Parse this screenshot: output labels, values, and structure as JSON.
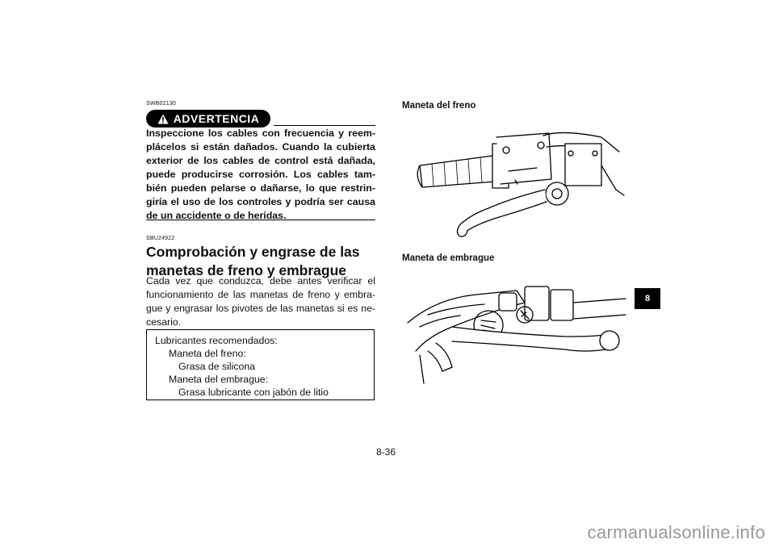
{
  "section_tab": "8",
  "warning": {
    "code": "SWB02130",
    "label": "ADVERTENCIA",
    "text": "Inspeccione los cables con frecuencia y reem-plácelos si están dañados. Cuando la cubierta exterior de los cables de control está dañada, puede producirse corrosión. Los cables tam-bién pueden pelarse o dañarse, lo que restrin-giría el uso de los controles y podría ser causa de un accidente o de heridas."
  },
  "section": {
    "code": "SBU24922",
    "title_line1": "Comprobación y engrase de las",
    "title_line2": "manetas de freno y embrague",
    "body": "Cada vez que conduzca, debe antes verificar el funcionamiento de las manetas de freno y embra-gue y engrasar los pivotes de las manetas si es ne-cesario."
  },
  "lubricants": {
    "heading": "Lubricantes recomendados:",
    "brake_label": "Maneta del freno:",
    "brake_value": "Grasa de silicona",
    "clutch_label": "Maneta del embrague:",
    "clutch_value": "Grasa lubricante con jabón de litio"
  },
  "figures": {
    "brake_caption": "Maneta del freno",
    "clutch_caption": "Maneta de embrague"
  },
  "page_number": "8-36",
  "footer": "carmanualsonline.info"
}
